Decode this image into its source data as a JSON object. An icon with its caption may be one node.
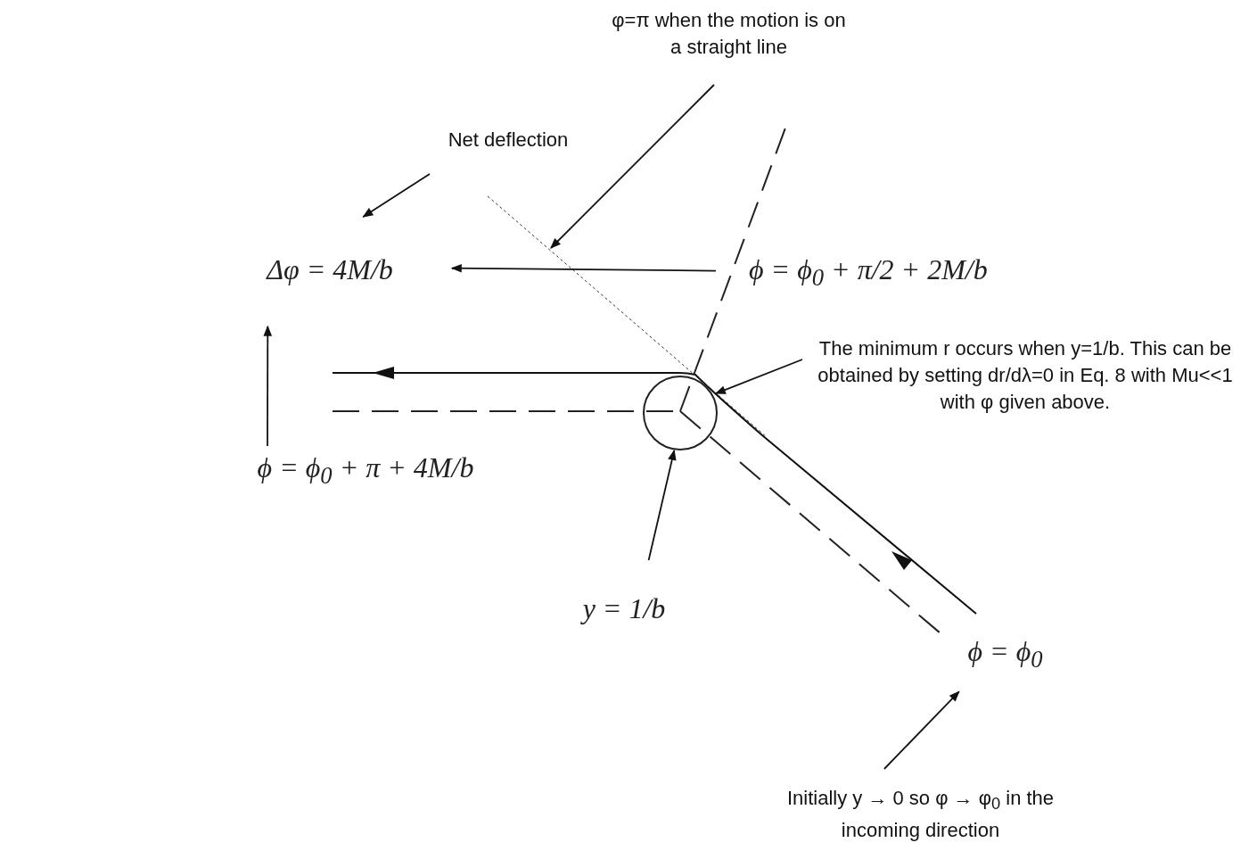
{
  "diagram": {
    "nodes": [
      {
        "text": [
          "φ=π when the motion is on a straight line"
        ]
      },
      {
        "text": [
          "Net deflection"
        ]
      },
      {
        "text": [
          "Δφ = 4M/b"
        ]
      },
      {
        "text": [
          "ϕ = ϕ$_{0}$ + π/2 + 2M/b"
        ]
      },
      {
        "text": [
          "The minimum r occurs when y=1/b. This can be obtained by setting dr/dλ=0 in Eq. 8 with Mu<<1 with φ given above."
        ]
      },
      {
        "text": [],
        "shape": "circle"
      },
      {
        "text": [
          "ϕ = ϕ$_{0}$ + π + 4M/b"
        ]
      },
      {
        "text": [
          "y = 1/b"
        ]
      },
      {
        "text": [
          "ϕ = ϕ$_{0}$"
        ]
      },
      {
        "text": [
          "Initially y → 0 so φ → φ$_{0}$ in the incoming direction"
        ]
      }
    ],
    "edges": [
      {
        "from": 0,
        "to": null,
        "arrow": "to"
      },
      {
        "from": 1,
        "to": 2,
        "arrow": "to"
      },
      {
        "from": 3,
        "to": 2,
        "arrow": "to"
      },
      {
        "from": 4,
        "to": 5,
        "arrow": "to"
      },
      {
        "from": 6,
        "to": 2,
        "arrow": "to"
      },
      {
        "from": 7,
        "to": 5,
        "arrow": "to"
      },
      {
        "from": 9,
        "to": 8,
        "arrow": "to"
      }
    ]
  }
}
